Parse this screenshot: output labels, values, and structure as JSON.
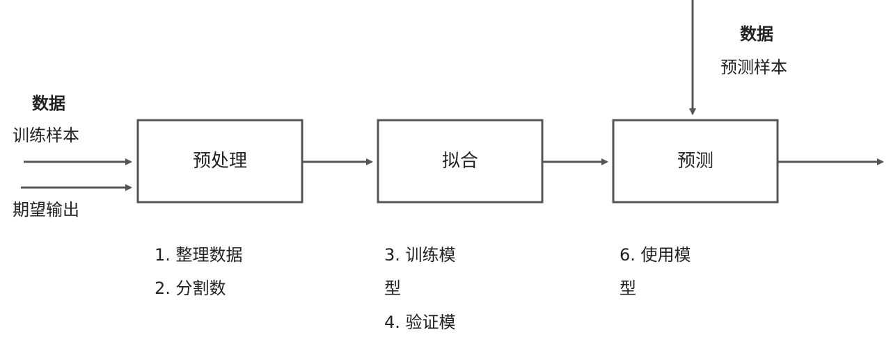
{
  "colors": {
    "stroke": "#555555",
    "text": "#222222",
    "background": "#ffffff"
  },
  "input": {
    "title": "数据",
    "train_label": "训练样本",
    "expected_label": "期望输出"
  },
  "predict_input": {
    "title": "数据",
    "label": "预测样本"
  },
  "boxes": {
    "preprocess": "预处理",
    "fit": "拟合",
    "predict": "预测"
  },
  "notes": {
    "preprocess": [
      "1. 整理数据",
      "2. 分割数"
    ],
    "fit": [
      "3. 训练模",
      "型",
      "4. 验证模"
    ],
    "predict": [
      "6. 使用模",
      "型"
    ]
  }
}
